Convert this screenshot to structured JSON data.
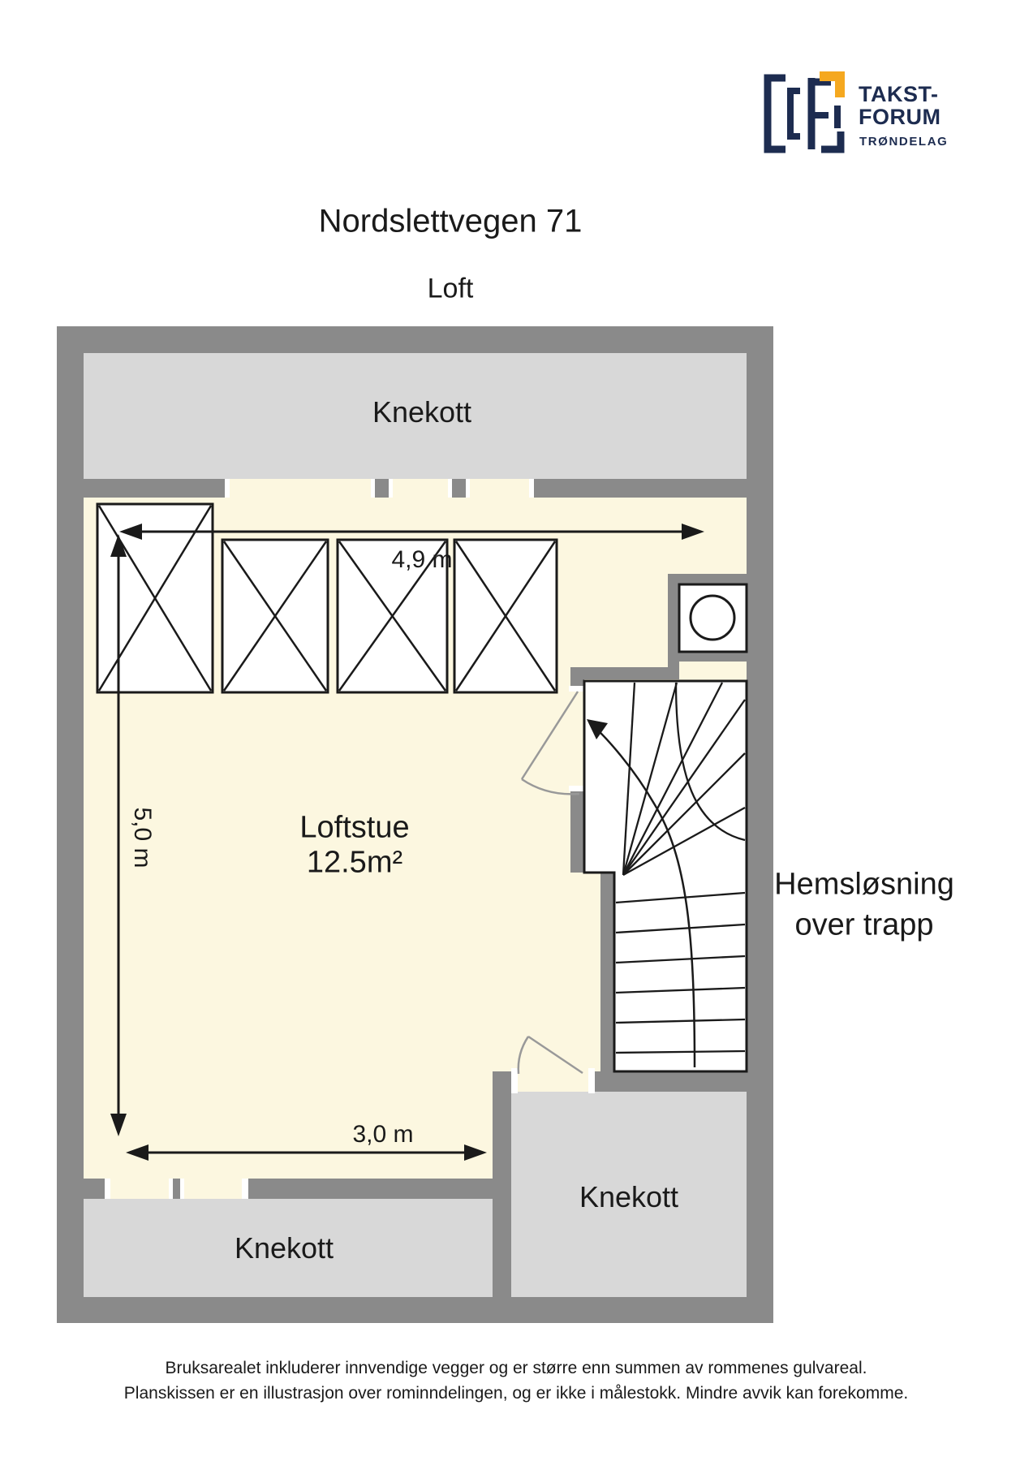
{
  "logo": {
    "line1": "TAKST-",
    "line2": "FORUM",
    "line3": "TRØNDELAG"
  },
  "header": {
    "title": "Nordslettvegen 71",
    "subtitle": "Loft"
  },
  "rooms": {
    "knekott_top": "Knekott",
    "loftstue_name": "Loftstue",
    "loftstue_area": "12.5m²",
    "hems_line1": "Hemsløsning",
    "hems_line2": "over trapp",
    "knekott_bottom_left": "Knekott",
    "knekott_bottom_right": "Knekott"
  },
  "dimensions": {
    "width_top": "4,9 m",
    "height_left": "5,0 m",
    "width_bottom": "3,0 m"
  },
  "footer": {
    "line1": "Bruksarealet inkluderer innvendige vegger og er større enn summen av rommenes gulvareal.",
    "line2": "Planskissen er en illustrasjon over rominndelingen, og er ikke i målestokk. Mindre avvik kan forekomme."
  },
  "colors": {
    "wall": "#8a8a8a",
    "knekott_floor": "#d8d8d8",
    "loftstue_floor": "#fcf7e0",
    "outline": "#1a1a1a",
    "door": "#999999",
    "logo_navy": "#1d2c50",
    "logo_yellow": "#f5a81f"
  }
}
